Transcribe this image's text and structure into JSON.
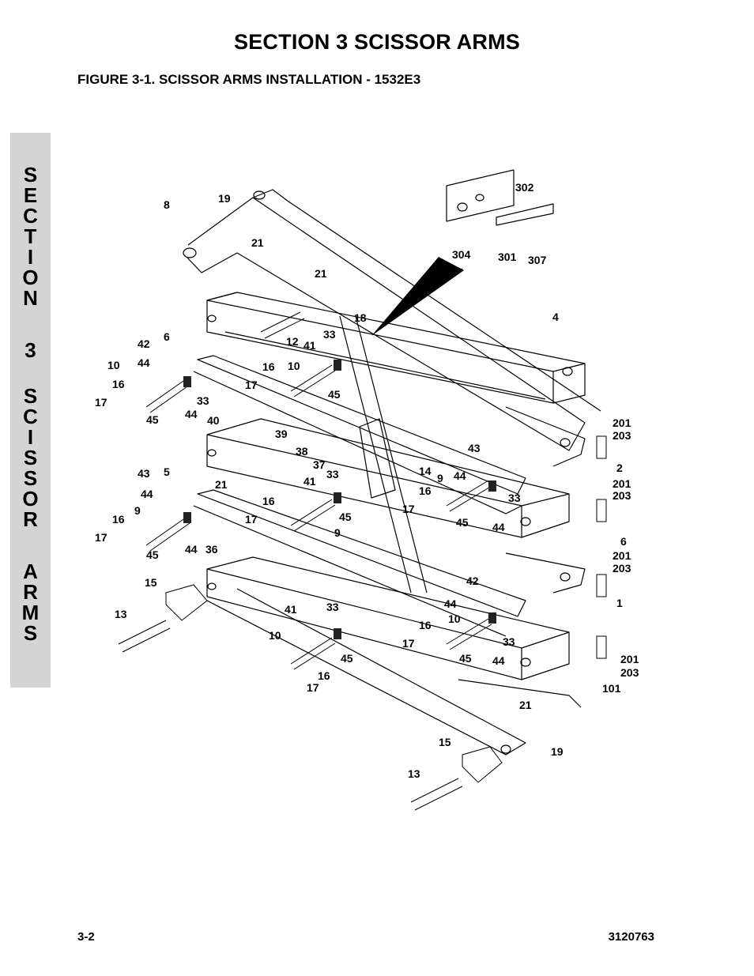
{
  "header": {
    "section_title": "SECTION 3  SCISSOR ARMS",
    "figure_title": "FIGURE 3-1.    SCISSOR ARMS INSTALLATION - 1532E3"
  },
  "side_tab": [
    "S",
    "E",
    "C",
    "T",
    "I",
    "O",
    "N",
    "3",
    "S",
    "C",
    "I",
    "S",
    "S",
    "O",
    "R",
    "A",
    "R",
    "M",
    "S"
  ],
  "callouts": [
    "19",
    "8",
    "21",
    "302",
    "304",
    "301",
    "307",
    "21",
    "18",
    "4",
    "42",
    "6",
    "33",
    "12",
    "41",
    "44",
    "10",
    "16",
    "10",
    "17",
    "16",
    "45",
    "33",
    "17",
    "44",
    "45",
    "201",
    "203",
    "40",
    "39",
    "38",
    "43",
    "37",
    "21",
    "33",
    "41",
    "5",
    "43",
    "14",
    "9",
    "44",
    "44",
    "9",
    "16",
    "33",
    "2",
    "16",
    "201",
    "203",
    "45",
    "17",
    "17",
    "45",
    "16",
    "9",
    "17",
    "45",
    "44",
    "44",
    "6",
    "201",
    "203",
    "36",
    "42",
    "15",
    "1",
    "41",
    "33",
    "44",
    "10",
    "13",
    "10",
    "16",
    "33",
    "45",
    "17",
    "44",
    "201",
    "203",
    "45",
    "16",
    "17",
    "101",
    "21",
    "15",
    "19",
    "13"
  ],
  "footer": {
    "page_number": "3-2",
    "doc_number": "3120763"
  }
}
